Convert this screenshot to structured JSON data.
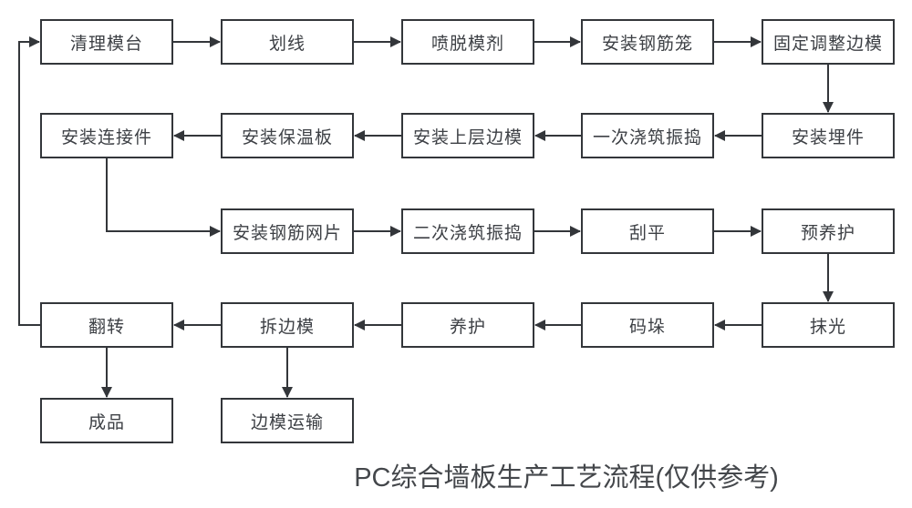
{
  "title": "PC综合墙板生产工艺流程(仅供参考)",
  "colors": {
    "line": "#33363a",
    "node_border": "#33363a",
    "node_text": "#3d4045",
    "title_text": "#44474b",
    "background": "#ffffff"
  },
  "nodes": [
    {
      "label": "清理模台"
    },
    {
      "label": "划线"
    },
    {
      "label": "喷脱模剂"
    },
    {
      "label": "安装钢筋笼"
    },
    {
      "label": "固定调整边模"
    },
    {
      "label": "安装连接件"
    },
    {
      "label": "安装保温板"
    },
    {
      "label": "安装上层边模"
    },
    {
      "label": "一次浇筑振捣"
    },
    {
      "label": "安装埋件"
    },
    {
      "label": "安装钢筋网片"
    },
    {
      "label": "二次浇筑振捣"
    },
    {
      "label": "刮平"
    },
    {
      "label": "预养护"
    },
    {
      "label": "翻转"
    },
    {
      "label": "拆边模"
    },
    {
      "label": "养护"
    },
    {
      "label": "码垛"
    },
    {
      "label": "抹光"
    },
    {
      "label": "成品"
    },
    {
      "label": "边模运输"
    }
  ],
  "edges": [
    {
      "from": "清理模台",
      "to": "划线"
    },
    {
      "from": "划线",
      "to": "喷脱模剂"
    },
    {
      "from": "喷脱模剂",
      "to": "安装钢筋笼"
    },
    {
      "from": "安装钢筋笼",
      "to": "固定调整边模"
    },
    {
      "from": "固定调整边模",
      "to": "安装埋件"
    },
    {
      "from": "安装埋件",
      "to": "一次浇筑振捣"
    },
    {
      "from": "一次浇筑振捣",
      "to": "安装上层边模"
    },
    {
      "from": "安装上层边模",
      "to": "安装保温板"
    },
    {
      "from": "安装保温板",
      "to": "安装连接件"
    },
    {
      "from": "安装连接件",
      "to": "安装钢筋网片"
    },
    {
      "from": "安装钢筋网片",
      "to": "二次浇筑振捣"
    },
    {
      "from": "二次浇筑振捣",
      "to": "刮平"
    },
    {
      "from": "刮平",
      "to": "预养护"
    },
    {
      "from": "预养护",
      "to": "抹光"
    },
    {
      "from": "抹光",
      "to": "码垛"
    },
    {
      "from": "码垛",
      "to": "养护"
    },
    {
      "from": "养护",
      "to": "拆边模"
    },
    {
      "from": "拆边模",
      "to": "翻转"
    },
    {
      "from": "翻转",
      "to": "成品"
    },
    {
      "from": "拆边模",
      "to": "边模运输"
    },
    {
      "from": "翻转",
      "to": "清理模台"
    }
  ]
}
